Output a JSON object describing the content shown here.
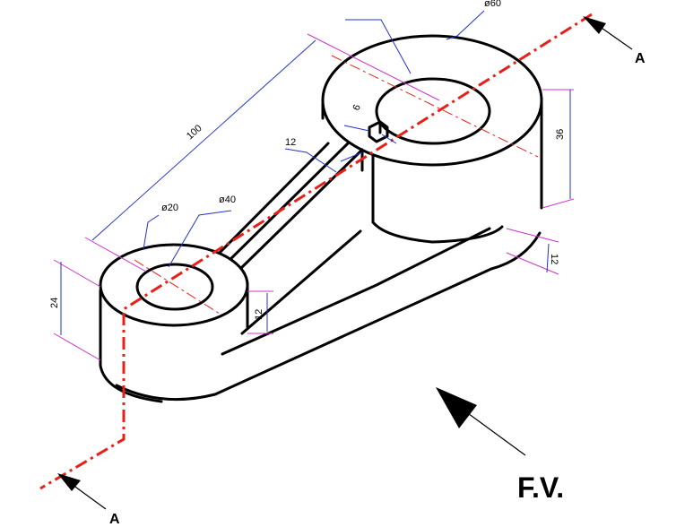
{
  "dimensions": {
    "length": "100",
    "outer_diameter_large": "ø60",
    "small_hub_outer": "ø40",
    "small_hub_inner": "ø20",
    "arm_width": "12",
    "keyway_width": "6",
    "large_hub_height": "36",
    "base_thickness": "12",
    "small_hub_height": "24",
    "web_height": "12"
  },
  "labels": {
    "section_top": "A",
    "section_bottom": "A",
    "view_direction": "F.V."
  },
  "colors": {
    "object": "#000000",
    "cutting_plane": "#e8201a",
    "dimension": "#2233cc",
    "extension": "#cc33cc"
  }
}
